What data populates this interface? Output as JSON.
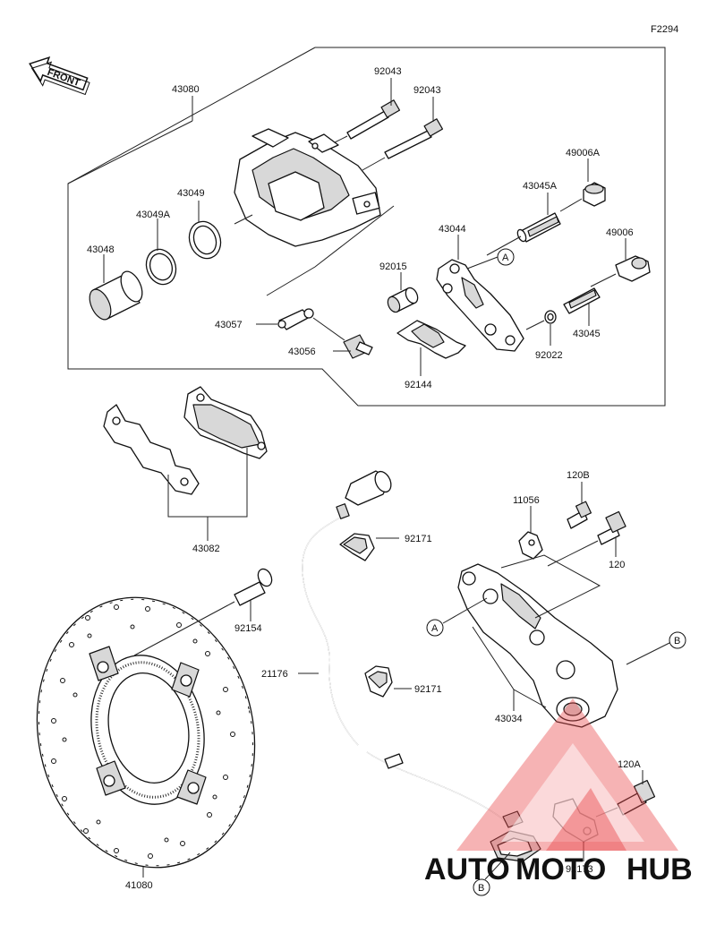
{
  "figure_id": "F2294",
  "front_label": "FRONT",
  "callouts": {
    "a1": "A",
    "a2": "A",
    "b1": "B",
    "b2": "B"
  },
  "parts": {
    "p43080": "43080",
    "p92043a": "92043",
    "p92043b": "92043",
    "p49006A": "49006A",
    "p43049": "43049",
    "p43049A": "43049A",
    "p43045A": "43045A",
    "p43044": "43044",
    "p43048": "43048",
    "p49006": "49006",
    "p92015": "92015",
    "p43057": "43057",
    "p43045": "43045",
    "p43056": "43056",
    "p92022": "92022",
    "p92144": "92144",
    "p43082": "43082",
    "p120B": "120B",
    "p11056": "11056",
    "p92171a": "92171",
    "p120": "120",
    "p92154": "92154",
    "p21176": "21176",
    "p92171b": "92171",
    "p43034": "43034",
    "p120A": "120A",
    "p41080": "41080",
    "p92173": "92173"
  },
  "watermark": {
    "part1": "AUTO",
    "part2": "MOTO",
    "part3": "HUB",
    "color_orange": "#f5a623",
    "color_red": "#e8474a",
    "color_gray": "#8c8c8c"
  }
}
